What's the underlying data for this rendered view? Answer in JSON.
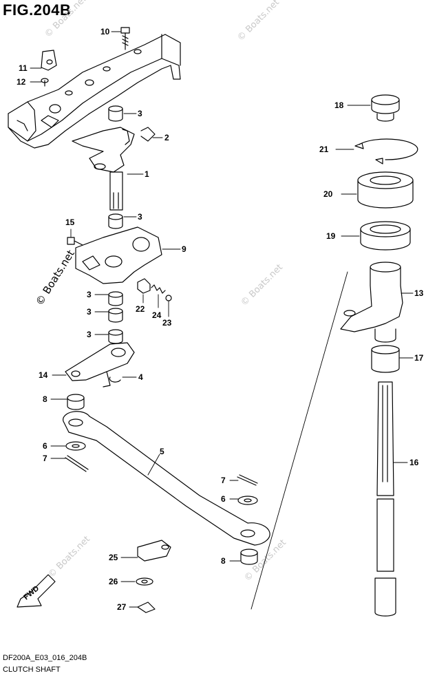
{
  "figure": {
    "title": "FIG.204B",
    "model_code": "DF200A_E03_016_204B",
    "caption": "CLUTCH SHAFT",
    "watermark": "© Boats.net",
    "fwd_label": "FWD"
  },
  "callouts": [
    "1",
    "2",
    "3",
    "3",
    "3",
    "3",
    "3",
    "4",
    "5",
    "6",
    "6",
    "7",
    "7",
    "8",
    "8",
    "9",
    "10",
    "11",
    "12",
    "13",
    "14",
    "15",
    "16",
    "17",
    "18",
    "19",
    "20",
    "21",
    "22",
    "23",
    "24",
    "25",
    "26",
    "27"
  ]
}
